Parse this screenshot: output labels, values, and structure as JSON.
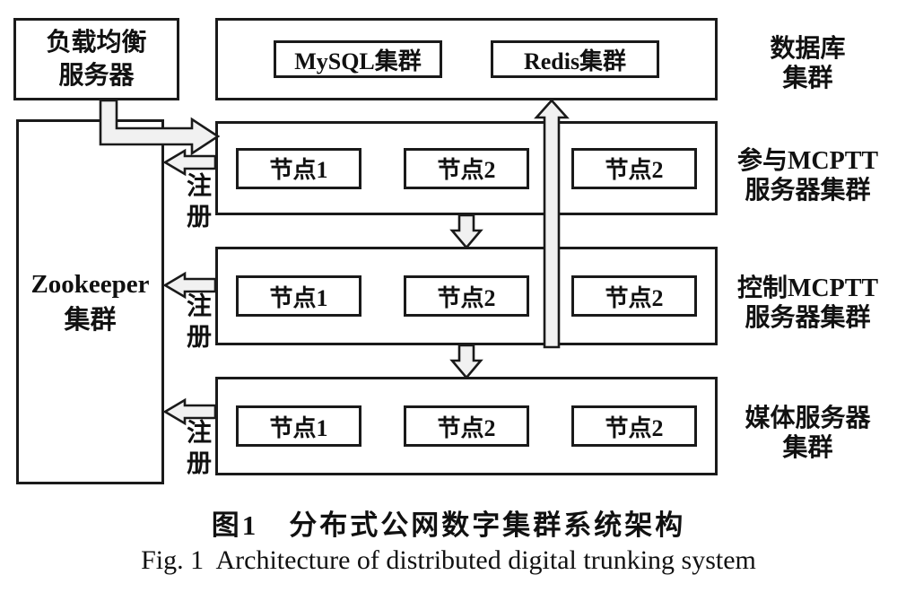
{
  "load_balancer": {
    "line1": "负载均衡",
    "line2": "服务器"
  },
  "zookeeper": {
    "line1": "Zookeeper",
    "line2": "集群"
  },
  "database": {
    "nodes": [
      "MySQL集群",
      "Redis集群"
    ],
    "label_line1": "数据库",
    "label_line2": "集群"
  },
  "register_label": "注册",
  "clusters": [
    {
      "nodes": [
        "节点1",
        "节点2",
        "节点2"
      ],
      "label_line1": "参与MCPTT",
      "label_line2": "服务器集群"
    },
    {
      "nodes": [
        "节点1",
        "节点2",
        "节点2"
      ],
      "label_line1": "控制MCPTT",
      "label_line2": "服务器集群"
    },
    {
      "nodes": [
        "节点1",
        "节点2",
        "节点2"
      ],
      "label_line1": "媒体服务器",
      "label_line2": "集群"
    }
  ],
  "caption": {
    "zh": "图1　分布式公网数字集群系统架构",
    "en": "Fig. 1  Architecture of distributed digital trunking system"
  },
  "colors": {
    "stroke": "#1a1a1a",
    "arrow_fill": "#f1f1f1",
    "background": "#ffffff"
  }
}
